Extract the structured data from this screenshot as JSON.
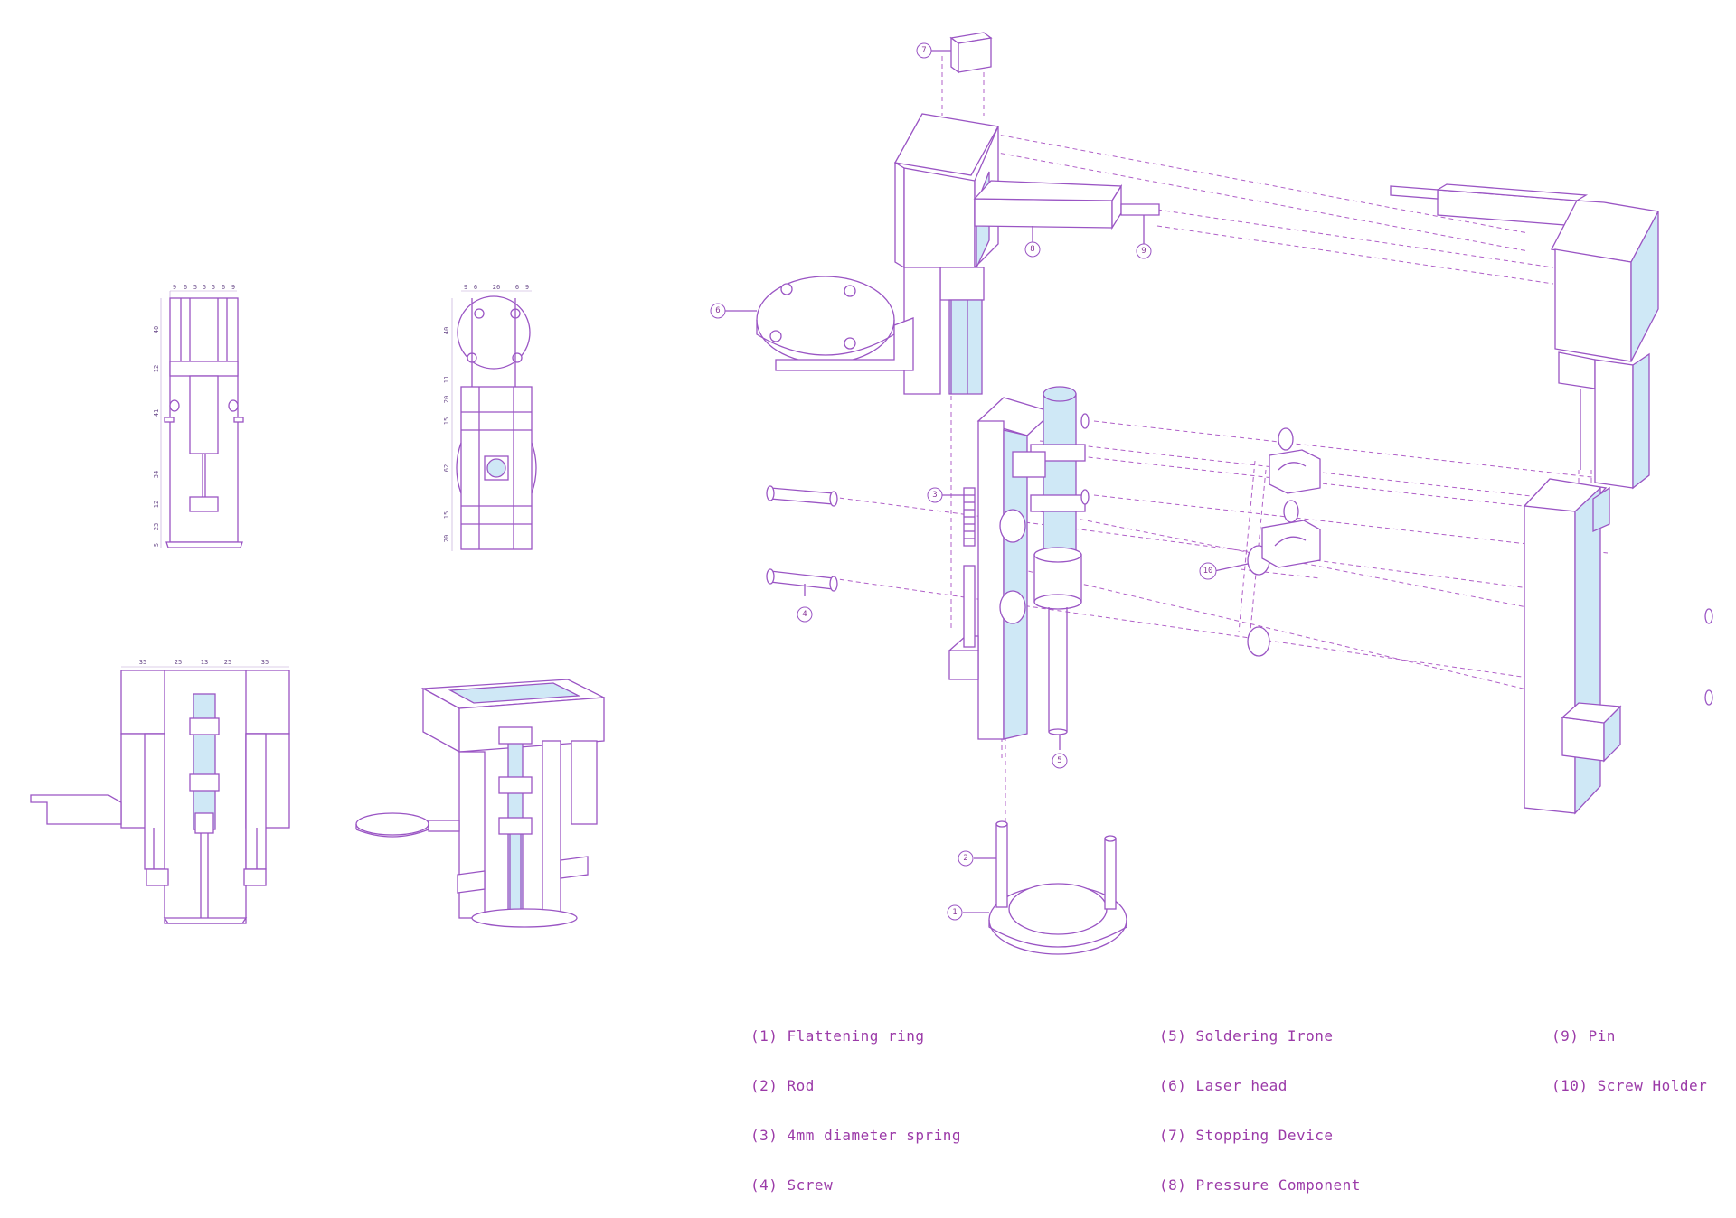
{
  "colors": {
    "line": "#9a55c4",
    "dash": "#b060c8",
    "fill_blue": "#cfe8f6",
    "text": "#9b3aa8"
  },
  "callouts": [
    "1",
    "2",
    "3",
    "4",
    "5",
    "6",
    "7",
    "8",
    "9",
    "10"
  ],
  "dimensions": {
    "side_view_top": [
      "9",
      "6",
      "5",
      "5",
      "5",
      "6",
      "9"
    ],
    "side_view_left": [
      "40",
      "12",
      "41",
      "34",
      "12",
      "23",
      "5"
    ],
    "front_view_top": [
      "9",
      "6",
      "26",
      "6",
      "9"
    ],
    "front_view_left": [
      "40",
      "11",
      "20",
      "15",
      "62",
      "15",
      "20"
    ],
    "top_view": [
      "35",
      "25",
      "13",
      "25",
      "35"
    ]
  },
  "legend": [
    {
      "label": "(1) Flattening ring"
    },
    {
      "label": "(2) Rod"
    },
    {
      "label": "(3) 4mm diameter spring"
    },
    {
      "label": "(4) Screw"
    },
    {
      "label": "(5) Soldering Irone"
    },
    {
      "label": "(6) Laser head"
    },
    {
      "label": "(7) Stopping Device"
    },
    {
      "label": "(8) Pressure Component"
    },
    {
      "label": "(9) Pin"
    },
    {
      "label": "(10) Screw Holder"
    }
  ]
}
